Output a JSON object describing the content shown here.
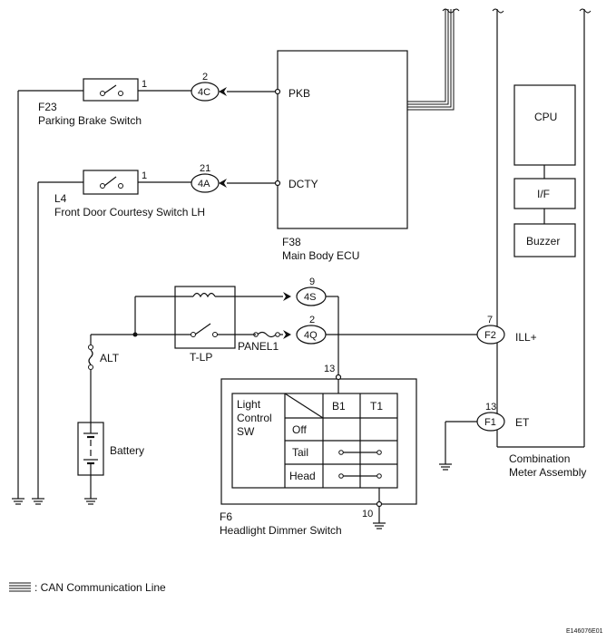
{
  "components": {
    "parking_brake": {
      "code": "F23",
      "name": "Parking Brake Switch",
      "pin": "1"
    },
    "front_door": {
      "code": "L4",
      "name": "Front Door Courtesy Switch LH",
      "pin": "1"
    },
    "ecu": {
      "code": "F38",
      "name": "Main Body ECU",
      "pkb": "PKB",
      "dcty": "DCTY"
    },
    "meter": {
      "name_line1": "Combination",
      "name_line2": "Meter Assembly",
      "cpu": "CPU",
      "if": "I/F",
      "buzzer": "Buzzer",
      "illp": "ILL+",
      "et": "ET"
    },
    "relay": {
      "name": "T-LP",
      "fuse": "PANEL1"
    },
    "alt": {
      "label": "ALT"
    },
    "battery": {
      "label": "Battery"
    },
    "dimmer": {
      "code": "F6",
      "name": "Headlight Dimmer Switch",
      "pin_top": "13",
      "pin_bottom": "10",
      "table_title_1": "Light",
      "table_title_2": "Control",
      "table_title_3": "SW",
      "col_b1": "B1",
      "col_t1": "T1",
      "row_off": "Off",
      "row_tail": "Tail",
      "row_head": "Head"
    }
  },
  "connectors": {
    "c4c": {
      "id": "4C",
      "pin": "2"
    },
    "c4a": {
      "id": "4A",
      "pin": "21"
    },
    "c4s": {
      "id": "4S",
      "pin": "9"
    },
    "c4q": {
      "id": "4Q",
      "pin": "2"
    },
    "f2": {
      "id": "F2",
      "pin": "7"
    },
    "f1": {
      "id": "F1",
      "pin": "13"
    }
  },
  "legend": {
    "text": ": CAN Communication Line"
  },
  "footer": {
    "code": "E146076E01"
  }
}
